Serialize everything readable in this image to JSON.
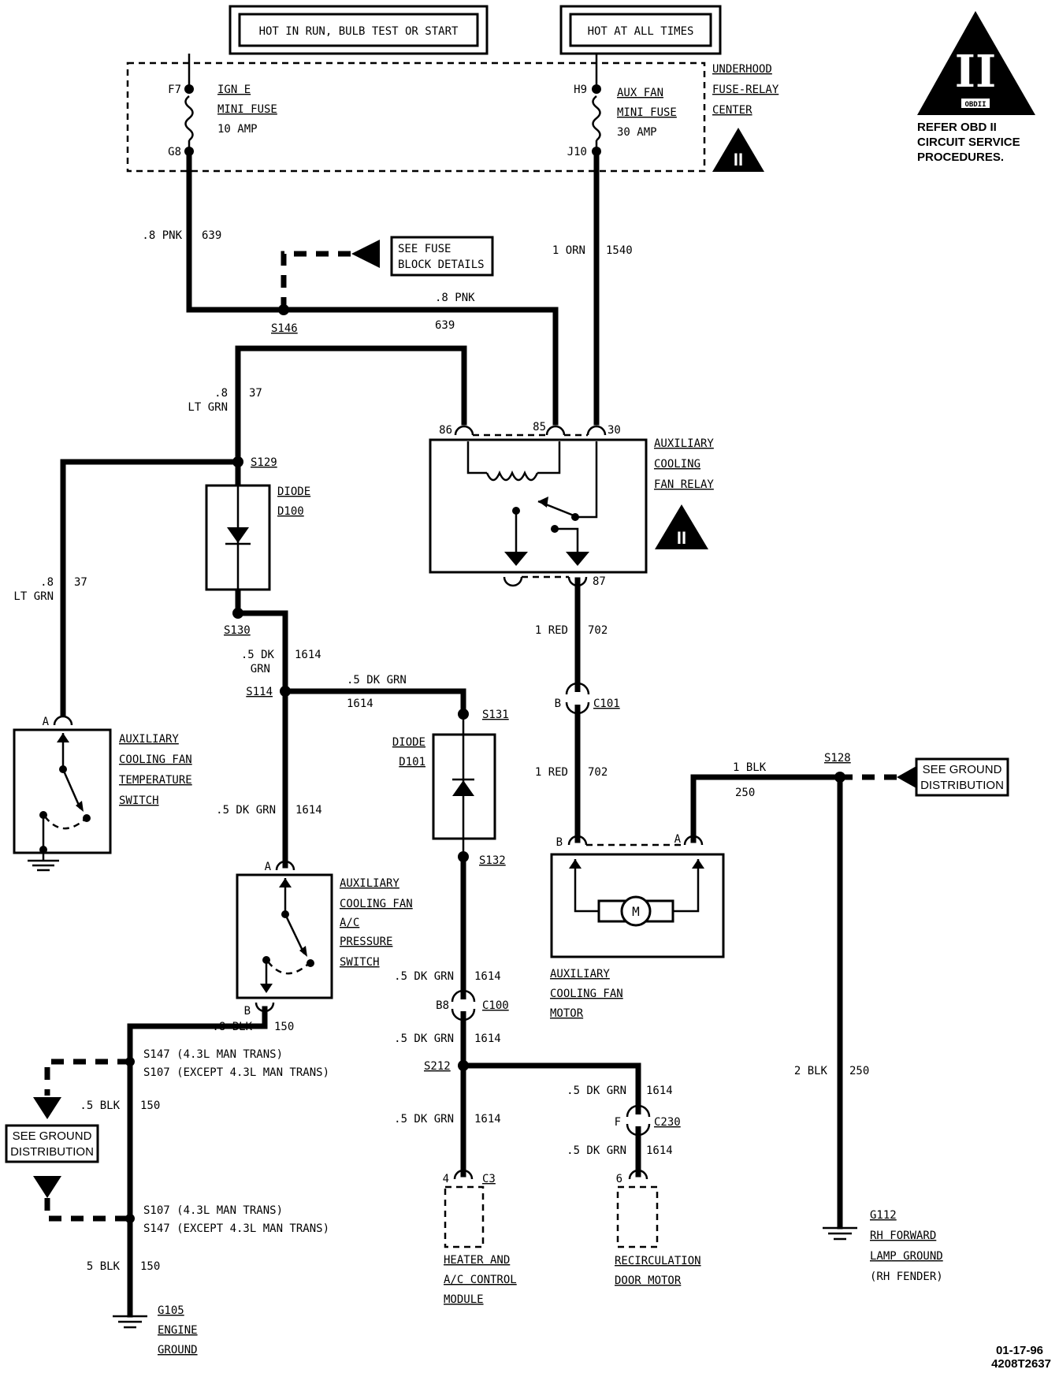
{
  "power_labels": {
    "hot_in_run": "HOT IN RUN, BULB TEST OR START",
    "hot_at_all_times": "HOT AT ALL TIMES"
  },
  "fuse_center": {
    "name_line1": "UNDERHOOD",
    "name_line2": "FUSE-RELAY",
    "name_line3": "CENTER",
    "fuse_ign": {
      "top_pin": "F7",
      "bottom_pin": "G8",
      "line1": "IGN E",
      "line2": "MINI FUSE",
      "line3": "10 AMP"
    },
    "fuse_aux": {
      "top_pin": "H9",
      "bottom_pin": "J10",
      "line1": "AUX FAN",
      "line2": "MINI FUSE",
      "line3": "30 AMP"
    }
  },
  "obd_note": {
    "roman": "II",
    "box": "OBDII",
    "line1": "REFER  OBD II",
    "line2": "CIRCUIT SERVICE",
    "line3": "PROCEDURES."
  },
  "obd_small_symbol": "II",
  "wires": {
    "w639_top": {
      "size": ".8 PNK",
      "circuit": "639"
    },
    "w1540": {
      "size": "1 ORN",
      "circuit": "1540"
    },
    "w639_h": {
      "size": ".8 PNK",
      "circuit": "639"
    },
    "w37_a": {
      "size_line1": ".8",
      "size_line2": "LT GRN",
      "circuit": "37"
    },
    "w37_b": {
      "size_line1": ".8",
      "size_line2": "LT GRN",
      "circuit": "37"
    },
    "w1614_a": {
      "size_line1": ".5 DK",
      "size_line2": "GRN",
      "circuit": "1614"
    },
    "w1614_h": {
      "size": ".5 DK GRN",
      "circuit": "1614"
    },
    "w1614_b": {
      "size": ".5 DK GRN",
      "circuit": "1614"
    },
    "w702_a": {
      "size": "1 RED",
      "circuit": "702"
    },
    "w702_b": {
      "size": "1 RED",
      "circuit": "702"
    },
    "w250_h": {
      "size": "1 BLK",
      "circuit": "250"
    },
    "w250_v": {
      "size": "2 BLK",
      "circuit": "250"
    },
    "w150_a": {
      "size": ".8 BLK",
      "circuit": "150"
    },
    "w150_b": {
      "size": ".5 BLK",
      "circuit": "150"
    },
    "w150_c": {
      "size": "5 BLK",
      "circuit": "150"
    },
    "w1614_c": {
      "size": ".5 DK GRN",
      "circuit": "1614"
    },
    "w1614_d": {
      "size": ".5 DK GRN",
      "circuit": "1614"
    },
    "w1614_e": {
      "size": ".5 DK GRN",
      "circuit": "1614"
    },
    "w1614_f": {
      "size": ".5 DK GRN",
      "circuit": "1614"
    },
    "w1614_g": {
      "size": ".5 DK GRN",
      "circuit": "1614"
    }
  },
  "splices": {
    "s146": "S146",
    "s129": "S129",
    "s130": "S130",
    "s114": "S114",
    "s131": "S131",
    "s132": "S132",
    "s128": "S128",
    "s212": "S212"
  },
  "see_fuse": {
    "line1": "SEE FUSE",
    "line2": "BLOCK DETAILS"
  },
  "see_ground_right": {
    "line1": "SEE GROUND",
    "line2": "DISTRIBUTION"
  },
  "see_ground_left": {
    "line1": "SEE GROUND",
    "line2": "DISTRIBUTION"
  },
  "relay": {
    "pin86": "86",
    "pin85": "85",
    "pin30": "30",
    "pin87": "87",
    "line1": "AUXILIARY",
    "line2": "COOLING",
    "line3": "FAN RELAY"
  },
  "diode100": {
    "line1": "DIODE",
    "line2": "D100"
  },
  "diode101": {
    "line1": "DIODE",
    "line2": "D101"
  },
  "temp_switch": {
    "pin": "A",
    "line1": "AUXILIARY",
    "line2": "COOLING FAN",
    "line3": "TEMPERATURE",
    "line4": "SWITCH"
  },
  "pressure_switch": {
    "pin_a": "A",
    "pin_b": "B",
    "line1": "AUXILIARY",
    "line2": "COOLING FAN",
    "line3": "A/C",
    "line4": "PRESSURE",
    "line5": "SWITCH"
  },
  "c101": {
    "pin": "B",
    "name": "C101"
  },
  "c100": {
    "pin": "B8",
    "name": "C100"
  },
  "c230": {
    "pin": "F",
    "name": "C230"
  },
  "motor": {
    "pin_b": "B",
    "pin_a": "A",
    "symbol": "M",
    "line1": "AUXILIARY",
    "line2": "COOLING FAN",
    "line3": "MOTOR"
  },
  "splice_s147_top": {
    "line1_id": "S147",
    "line1_rest": " (4.3L MAN TRANS)",
    "line2_id": "S107",
    "line2_rest": " (EXCEPT 4.3L MAN TRANS)"
  },
  "splice_s107_bottom": {
    "line1_id": "S107",
    "line1_rest": " (4.3L MAN TRANS)",
    "line2_id": "S147",
    "line2_rest": " (EXCEPT 4.3L MAN TRANS)"
  },
  "heater_module": {
    "pin": "4",
    "connector": "C3",
    "line1": "HEATER AND",
    "line2": "A/C CONTROL",
    "line3": "MODULE"
  },
  "recirc_motor": {
    "pin": "6",
    "line1": "RECIRCULATION",
    "line2": "DOOR MOTOR"
  },
  "g105": {
    "line1": "G105",
    "line2": "ENGINE",
    "line3": "GROUND"
  },
  "g112": {
    "line1": "G112",
    "line2": "RH FORWARD",
    "line3": "LAMP GROUND",
    "line4": "(RH FENDER)"
  },
  "footer": {
    "date": "01-17-96",
    "code": "4208T2637"
  }
}
